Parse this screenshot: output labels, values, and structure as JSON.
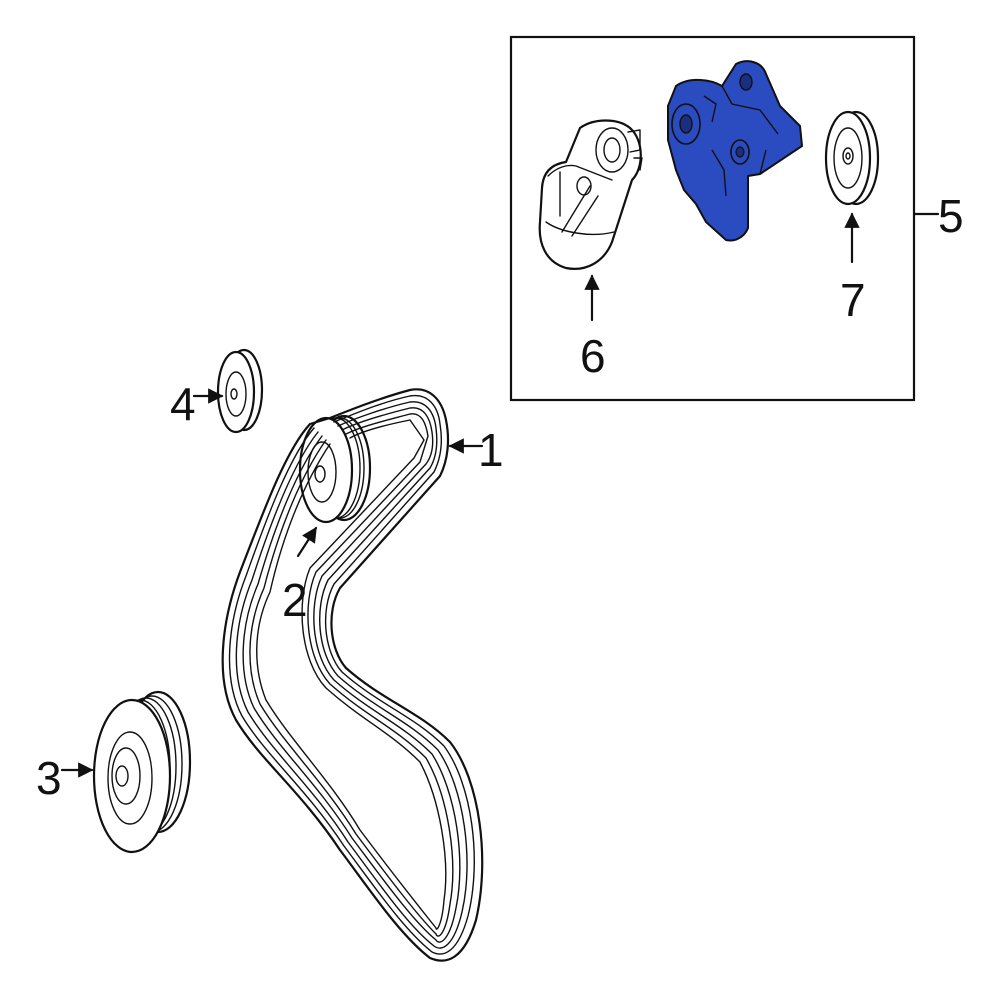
{
  "callouts": {
    "belt": "1",
    "idler_upper": "2",
    "pulley_lower": "3",
    "pulley_small": "4",
    "tensioner_assembly": "5",
    "tensioner": "6",
    "tensioner_pulley": "7"
  },
  "colors": {
    "highlight": "#2b4bc0",
    "line": "#111111",
    "background": "#ffffff"
  }
}
